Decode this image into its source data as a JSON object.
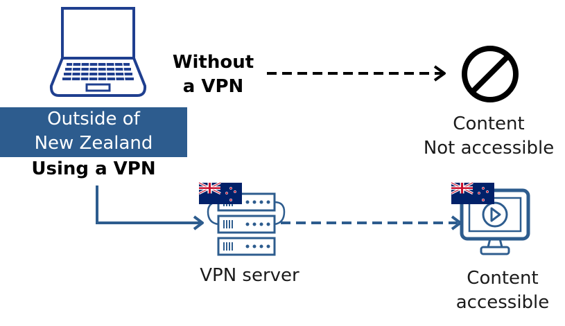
{
  "location": {
    "line1": "Outside of",
    "line2": "New Zealand"
  },
  "using_vpn": "Using a VPN",
  "without_vpn": {
    "line1": "Without",
    "line2": "a VPN"
  },
  "blocked": {
    "line1": "Content",
    "line2": "Not accessible"
  },
  "server_label": "VPN server",
  "accessible": {
    "line1": "Content",
    "line2": "accessible"
  },
  "colors": {
    "vpn_blue": "#2d5c8e",
    "laptop_blue": "#1f3f8f",
    "flag_navy": "#012169",
    "flag_red": "#c8102e",
    "black": "#000000"
  },
  "icons": [
    "laptop-icon",
    "blocked-icon",
    "server-icon",
    "monitor-play-icon",
    "nz-flag-icon"
  ]
}
